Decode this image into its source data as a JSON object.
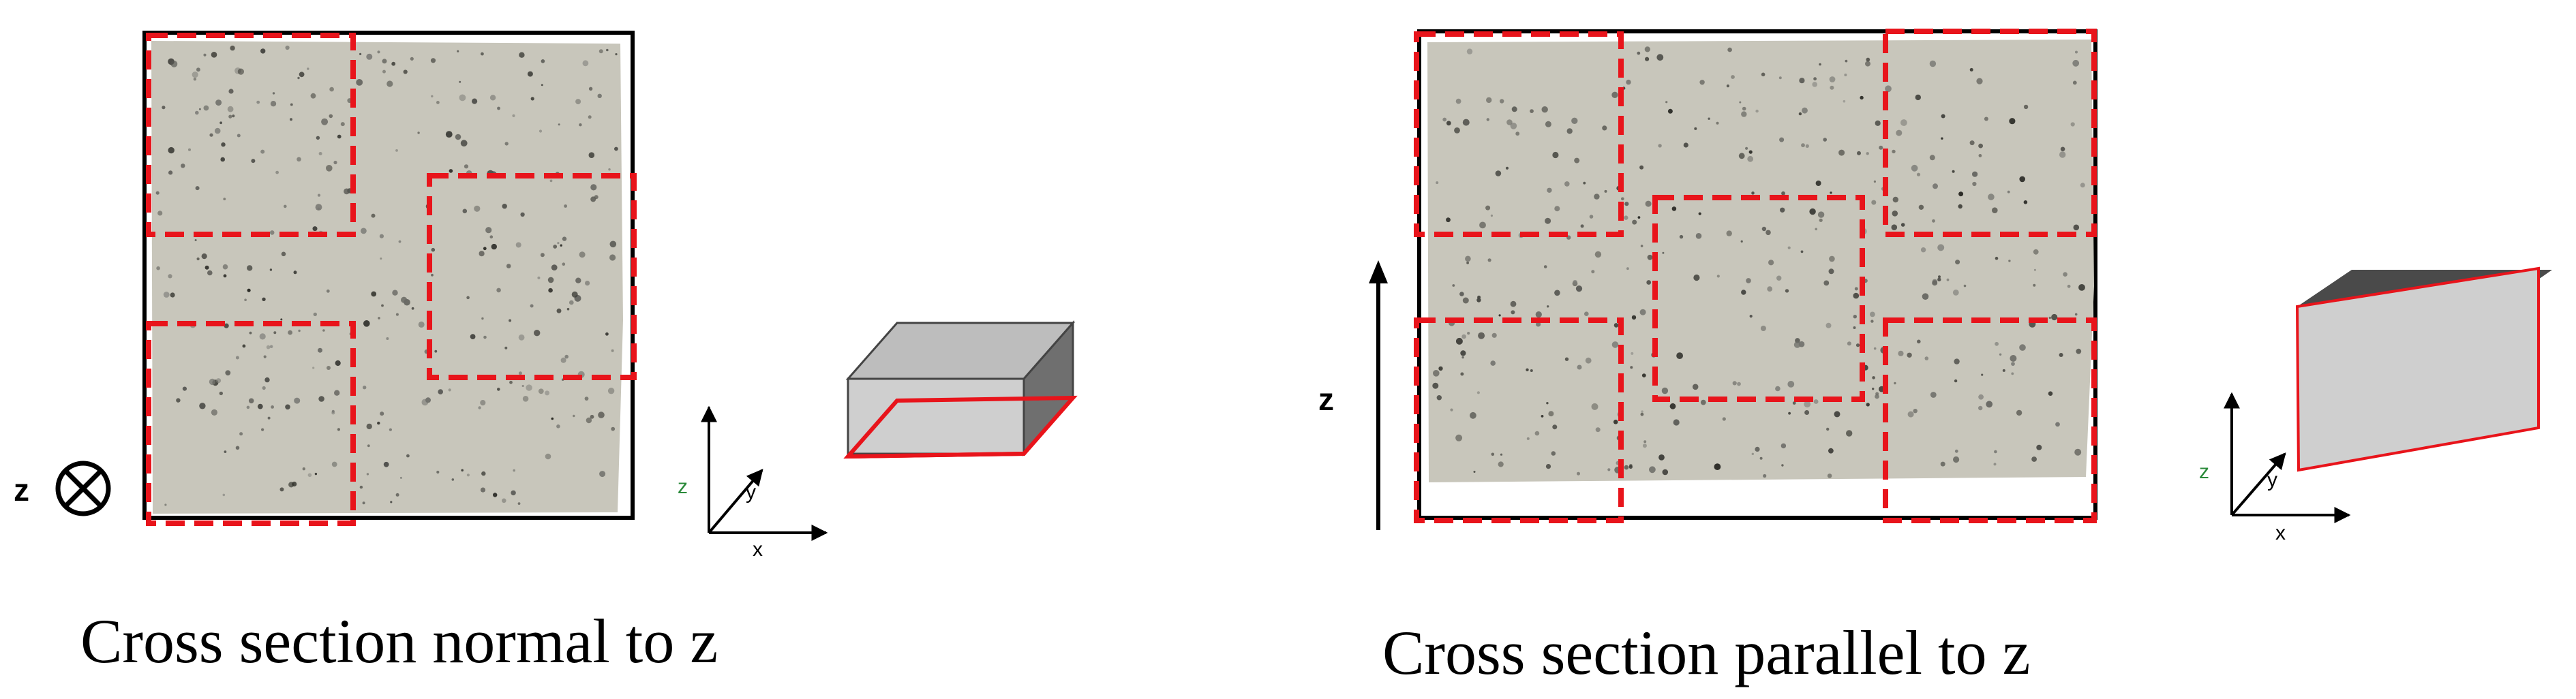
{
  "panels": [
    {
      "caption": "Cross section normal to z",
      "axis_symbol_label": "z",
      "mini_axes": {
        "x": "x",
        "y": "y",
        "z": "z"
      }
    },
    {
      "caption": "Cross section parallel to z",
      "axis_arrow_label": "z",
      "mini_axes": {
        "x": "x",
        "y": "y",
        "z": "z"
      }
    }
  ],
  "colors": {
    "specimen_fill": "#c8c6bb",
    "region_outline": "#e8141b",
    "frame": "#000000",
    "box_face": "#cfcfcf",
    "box_dark": "#6f6f6f"
  }
}
